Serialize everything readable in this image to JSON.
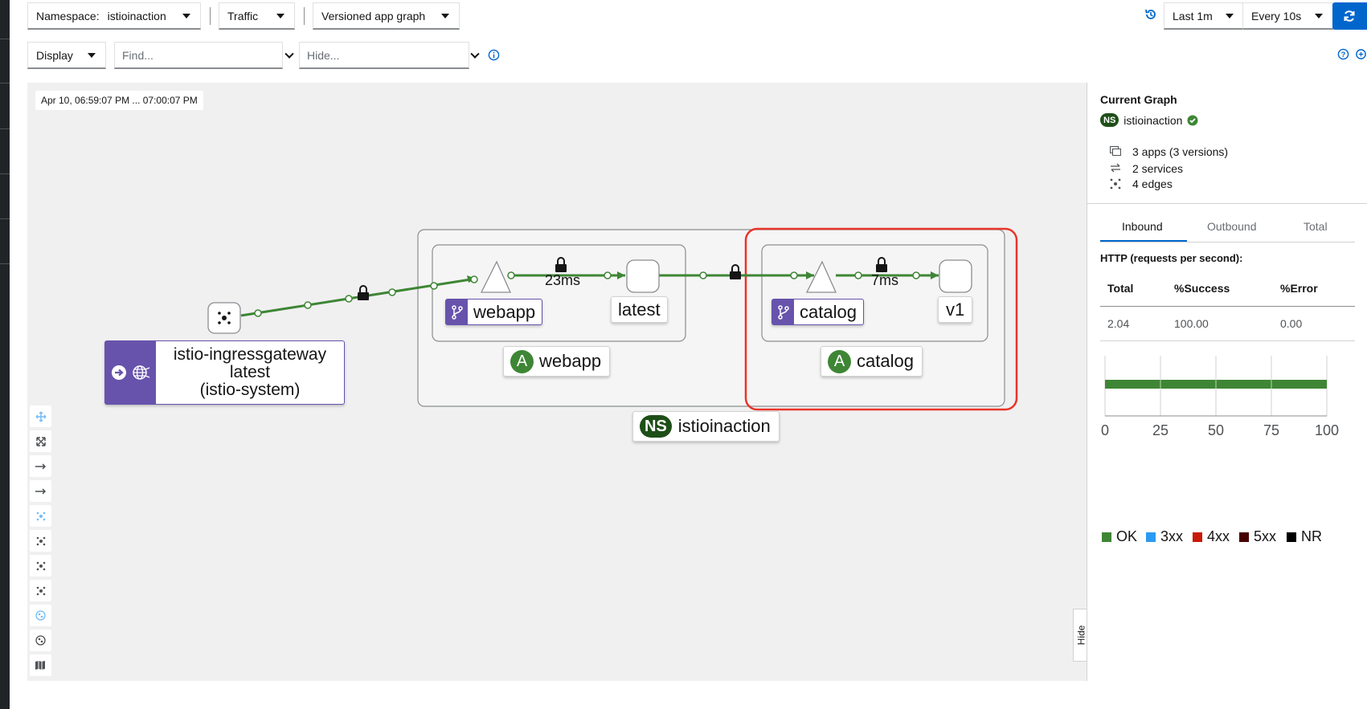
{
  "toolbar": {
    "namespace_label": "Namespace:",
    "namespace_value": "istioinaction",
    "traffic_label": "Traffic",
    "graph_type": "Versioned app graph",
    "time_range": "Last 1m",
    "refresh_interval": "Every 10s",
    "display_label": "Display",
    "find_placeholder": "Find...",
    "hide_placeholder": "Hide..."
  },
  "graph": {
    "timestamp": "Apr 10, 06:59:07 PM ... 07:00:07 PM",
    "nodes": {
      "gateway_line1": "istio-ingressgateway",
      "gateway_line2": "latest",
      "gateway_line3": "(istio-system)",
      "webapp_service": "webapp",
      "webapp_version": "latest",
      "webapp_app": "webapp",
      "catalog_service": "catalog",
      "catalog_version": "v1",
      "catalog_app": "catalog",
      "namespace": "istioinaction"
    },
    "badges": {
      "app": "A",
      "namespace": "NS"
    },
    "edges": {
      "webapp_latency": "23ms",
      "catalog_latency": "7ms"
    },
    "edge_color": "#3e8635",
    "highlight_color": "#e8352a",
    "hide_label": "Hide"
  },
  "panel": {
    "title": "Current Graph",
    "namespace_badge": "NS",
    "namespace": "istioinaction",
    "stats": {
      "apps": "3 apps (3 versions)",
      "services": "2 services",
      "edges": "4 edges"
    },
    "tabs": [
      "Inbound",
      "Outbound",
      "Total"
    ],
    "http_title": "HTTP (requests per second):",
    "table": {
      "headers": [
        "Total",
        "%Success",
        "%Error"
      ],
      "row": [
        "2.04",
        "100.00",
        "0.00"
      ]
    },
    "chart_data": {
      "type": "bar",
      "orientation": "horizontal",
      "categories": [
        ""
      ],
      "series": [
        {
          "name": "OK",
          "values": [
            100
          ],
          "color": "#3e8635"
        },
        {
          "name": "3xx",
          "values": [
            0
          ],
          "color": "#2b9af3"
        },
        {
          "name": "4xx",
          "values": [
            0
          ],
          "color": "#c9190b"
        },
        {
          "name": "5xx",
          "values": [
            0
          ],
          "color": "#470000"
        },
        {
          "name": "NR",
          "values": [
            0
          ],
          "color": "#000000"
        }
      ],
      "xticks": [
        "0",
        "25",
        "50",
        "75",
        "100"
      ],
      "xlim": [
        0,
        100
      ],
      "grid": true,
      "legend": "bottom"
    }
  }
}
